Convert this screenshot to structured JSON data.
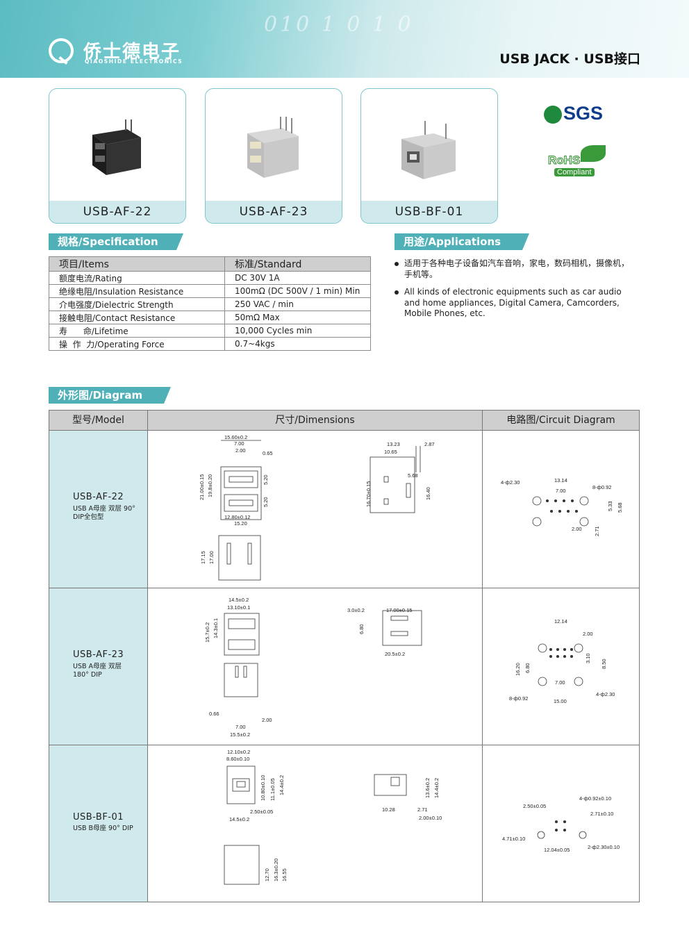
{
  "header": {
    "logo_cn": "侨士德电子",
    "logo_en": "QIAOSHIDE ELECTRONICS",
    "binary": "010 1 0 1 0",
    "title": "USB JACK · USB接口"
  },
  "products": [
    {
      "label": "USB-AF-22"
    },
    {
      "label": "USB-AF-23"
    },
    {
      "label": "USB-BF-01"
    }
  ],
  "certs": {
    "sgs": "SGS",
    "rohs": "RoHS",
    "compliant": "Compliant"
  },
  "spec": {
    "tag": "规格/Specification",
    "head_items": "项目/Items",
    "head_standard": "标准/Standard",
    "rows": [
      {
        "item": "额度电流/Rating",
        "value": "DC  30V  1A"
      },
      {
        "item": "绝缘电阻/Insulation Resistance",
        "value": "100mΩ (DC 500V / 1 min) Min"
      },
      {
        "item": "介电强度/Dielectric Strength",
        "value": "250 VAC / min"
      },
      {
        "item": "接触电阻/Contact Resistance",
        "value": "50mΩ Max"
      },
      {
        "item": "寿      命/Lifetime",
        "value": "10,000 Cycles min"
      },
      {
        "item": "操  作  力/Operating Force",
        "value": "0.7~4kgs"
      }
    ]
  },
  "applications": {
    "tag": "用途/Applications",
    "items": [
      "适用于各种电子设备如汽车音响，家电，数码相机，摄像机，手机等。",
      "All kinds of electronic equipments such as car audio and home appliances, Digital Camera, Camcorders, Mobile Phones, etc."
    ]
  },
  "diagram": {
    "tag": "外形图/Diagram",
    "head_model": "型号/Model",
    "head_dimensions": "尺寸/Dimensions",
    "head_circuit": "电路图/Circuit Diagram",
    "rows": [
      {
        "model": "USB-AF-22",
        "desc": "USB A母座 双层 90° DIP全包型",
        "dims": [
          "15.60±0.2",
          "7.00",
          "2.00",
          "0.65",
          "21.00±0.15",
          "19.8±0.20",
          "5.20",
          "5.20",
          "12.80±0.12",
          "15.20",
          "17.15",
          "17.00",
          "13.23",
          "2.87",
          "10.65",
          "5.68",
          "16.70±0.15",
          "16.40"
        ],
        "circuit": [
          "4-ф2.30",
          "13.14",
          "8-ф0.92",
          "7.00",
          "5.33",
          "5.68",
          "2.00",
          "2.71"
        ]
      },
      {
        "model": "USB-AF-23",
        "desc": "USB A母座 双层 180° DIP",
        "dims": [
          "14.5±0.2",
          "13.10±0.1",
          "15.7±0.2",
          "14.3±0.1",
          "3.0±0.2",
          "17.00±0.15",
          "6.80",
          "20.5±0.2",
          "0.66",
          "2.00",
          "7.00",
          "15.5±0.2"
        ],
        "circuit": [
          "12.14",
          "2.00",
          "16.20",
          "6.80",
          "3.10",
          "8.50",
          "7.00",
          "8-ф0.92",
          "4-ф2.30",
          "15.00"
        ]
      },
      {
        "model": "USB-BF-01",
        "desc": "USB B母座 90° DIP",
        "dims": [
          "12.10±0.2",
          "8.60±0.10",
          "10.80±0.10",
          "11.1±0.05",
          "14.4±0.2",
          "2.50±0.05",
          "14.5±0.2",
          "13.6±0.2",
          "14.4±0.2",
          "10.28",
          "2.71",
          "2.00±0.10",
          "12.70",
          "16.3±0.20",
          "16.55"
        ],
        "circuit": [
          "4-ф0.92±0.10",
          "2.50±0.05",
          "2.71±0.10",
          "4.71±0.10",
          "12.04±0.05",
          "2-ф2.30±0.10"
        ]
      }
    ]
  },
  "colors": {
    "teal": "#4fb0b8",
    "light_teal": "#cfe9ec",
    "header_gray": "#cfcfcf"
  }
}
